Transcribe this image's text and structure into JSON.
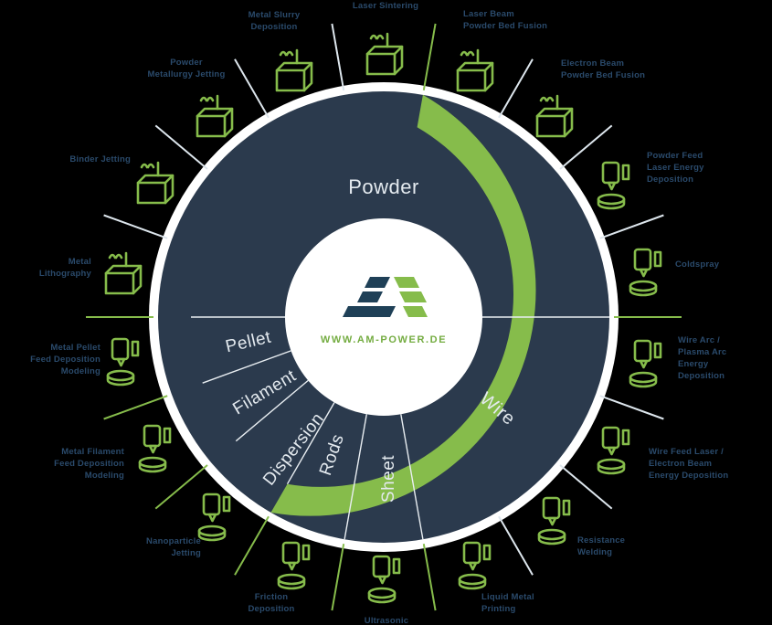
{
  "wheel": {
    "center_url": "WWW.AM-POWER.DE",
    "segments": [
      {
        "label": "Powder"
      },
      {
        "label": "Wire"
      },
      {
        "label": "Sheet"
      },
      {
        "label": "Rods"
      },
      {
        "label": "Dispersion"
      },
      {
        "label": "Filament"
      },
      {
        "label": "Pellet"
      }
    ],
    "technologies": [
      {
        "label": "Metal Selective\nLaser Sintering"
      },
      {
        "label": "Laser Beam\nPowder Bed Fusion"
      },
      {
        "label": "Electron Beam\nPowder Bed Fusion"
      },
      {
        "label": "Powder Feed\nLaser Energy\nDeposition"
      },
      {
        "label": "Coldspray"
      },
      {
        "label": "Wire Arc /\nPlasma Arc\nEnergy\nDeposition"
      },
      {
        "label": "Wire Feed Laser /\nElectron Beam\nEnergy Deposition"
      },
      {
        "label": "Resistance\nWelding"
      },
      {
        "label": "Liquid Metal\nPrinting"
      },
      {
        "label": "Ultrasonic"
      },
      {
        "label": "Friction\nDeposition"
      },
      {
        "label": "Nanoparticle\nJetting"
      },
      {
        "label": "Metal Filament\nFeed Deposition\nModeling"
      },
      {
        "label": "Metal Pellet\nFeed Deposition\nModeling"
      },
      {
        "label": "Metal\nLithography"
      },
      {
        "label": "Binder Jetting"
      },
      {
        "label": "Powder\nMetallurgy Jetting"
      },
      {
        "label": "Metal Slurry\nDeposition"
      }
    ],
    "colors": {
      "green": "#86BC4B",
      "ring_navy": "#2B3A4D",
      "label_blue": "#2A4A6B",
      "background": "#000000"
    }
  }
}
